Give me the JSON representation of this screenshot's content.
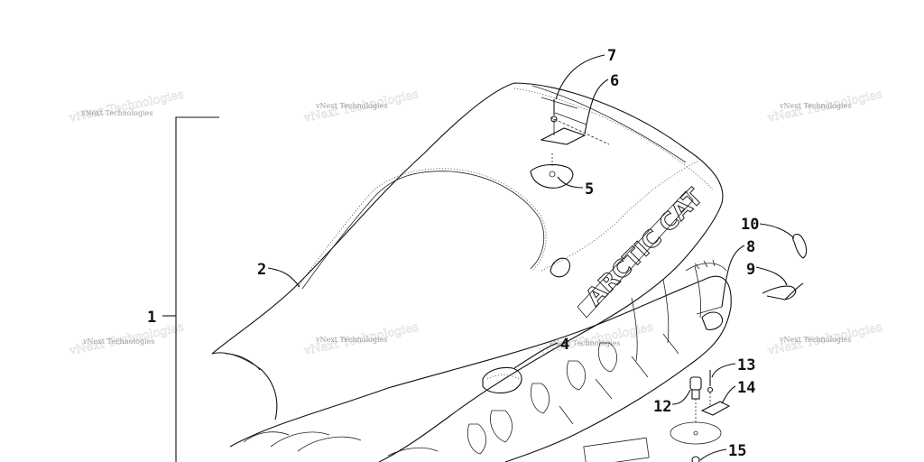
{
  "callouts": [
    "1",
    "2",
    "4",
    "5",
    "6",
    "7",
    "8",
    "9",
    "10",
    "12",
    "13",
    "14",
    "15"
  ],
  "watermark": {
    "small": "vNext Technologies",
    "big": "vNext Technologies"
  },
  "seat_text": "ARCTIC CAT"
}
